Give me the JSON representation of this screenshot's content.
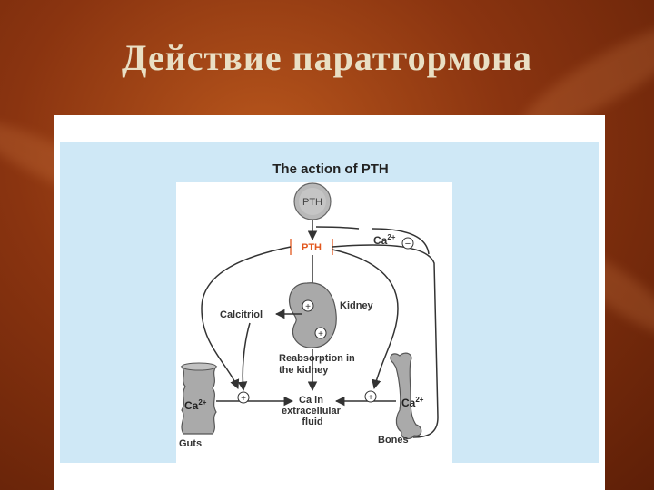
{
  "slide": {
    "title": "Действие паратгормона"
  },
  "diagram": {
    "heading": "The action of PTH",
    "pth_gland": "PTH",
    "pth_level": "PTH",
    "calcium_signal": "Ca",
    "calcium_signal_sup": "2+",
    "minus_sign": "−",
    "plus_sign": "+",
    "kidney": "Kidney",
    "calcitriol": "Calcitriol",
    "reabsorption_line1": "Reabsorption in",
    "reabsorption_line2": "the kidney",
    "guts": "Guts",
    "guts_ca": "Ca",
    "guts_ca_sup": "2+",
    "ecf_line1": "Ca in",
    "ecf_line2": "extracellular",
    "ecf_line3": "fluid",
    "bones": "Bones",
    "bones_ca": "Ca",
    "bones_ca_sup": "2+",
    "colors": {
      "pth_highlight": "#e2571e",
      "panel": "#cfe8f6",
      "ink": "#333333"
    }
  }
}
